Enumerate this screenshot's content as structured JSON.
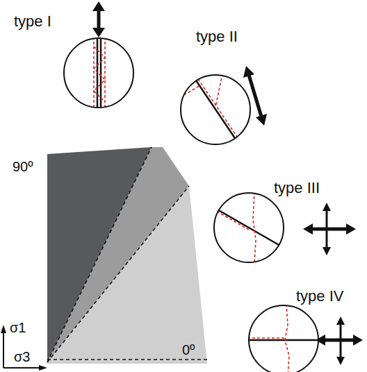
{
  "diagram": {
    "nodes": [
      {
        "text": [
          "type I"
        ]
      },
      {
        "text": [
          "type II"
        ]
      },
      {
        "text": [
          "type III"
        ]
      },
      {
        "text": [
          "type IV"
        ]
      }
    ],
    "labels": [
      "90º",
      "0º",
      "σ1",
      "σ3"
    ]
  }
}
